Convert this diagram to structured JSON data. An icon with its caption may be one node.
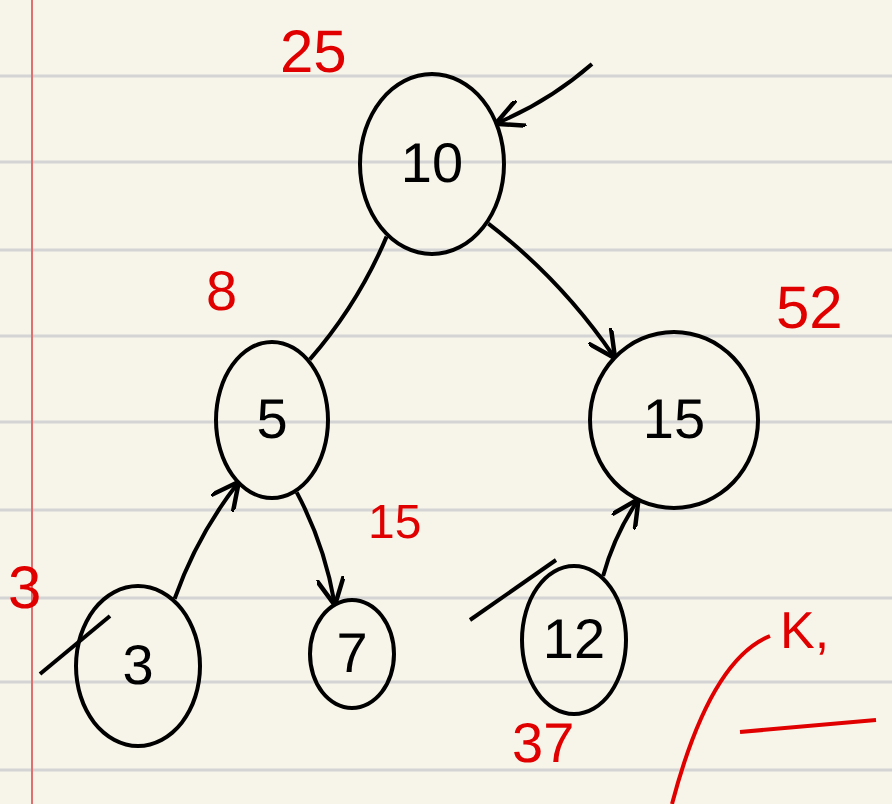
{
  "diagram": {
    "nodes": [
      {
        "text": [
          "10"
        ]
      },
      {
        "text": [
          "5"
        ]
      },
      {
        "text": [
          "15"
        ]
      },
      {
        "text": [
          "3"
        ]
      },
      {
        "text": [
          "7"
        ]
      },
      {
        "text": [
          "12"
        ]
      }
    ],
    "edges": [
      {
        "from": null,
        "to": 0,
        "arrow": "to"
      },
      {
        "from": 0,
        "to": 1,
        "arrow": "none"
      },
      {
        "from": 0,
        "to": 2,
        "arrow": "to"
      },
      {
        "from": 3,
        "to": 1,
        "arrow": "to"
      },
      {
        "from": 1,
        "to": 4,
        "arrow": "to"
      },
      {
        "from": 5,
        "to": 2,
        "arrow": "to"
      }
    ],
    "labels": [
      "25",
      "8",
      "52",
      "15",
      "3",
      "37",
      "K,"
    ]
  }
}
